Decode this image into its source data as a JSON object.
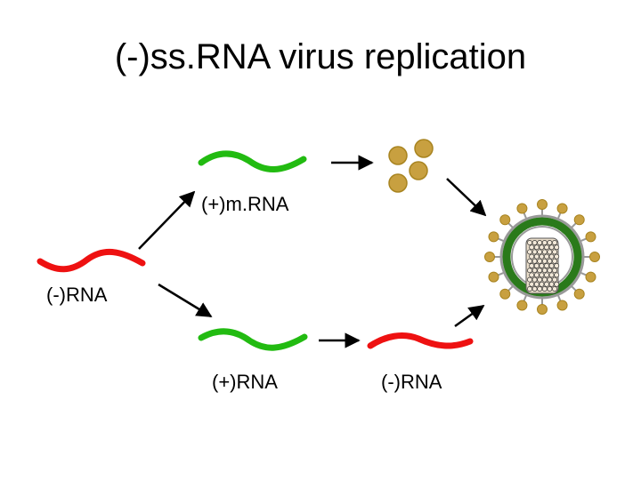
{
  "title": "(-)ss.RNA virus replication",
  "labels": {
    "mrna": "(+)m.RNA",
    "neg_rna_left": "(-)RNA",
    "pos_rna": "(+)RNA",
    "neg_rna_right": "(-)RNA"
  },
  "colors": {
    "positive_strand": "#22bb11",
    "negative_strand": "#ee1111",
    "protein": "#c8a040",
    "protein_edge": "#a88420",
    "envelope": "#999999",
    "envelope_band": "#2a7a1a",
    "capsid": "#e8dcc8",
    "arrow": "#000000"
  },
  "icons": [
    "strand-wave-icon",
    "arrow-icon",
    "protein-cluster-icon",
    "virion-icon"
  ]
}
